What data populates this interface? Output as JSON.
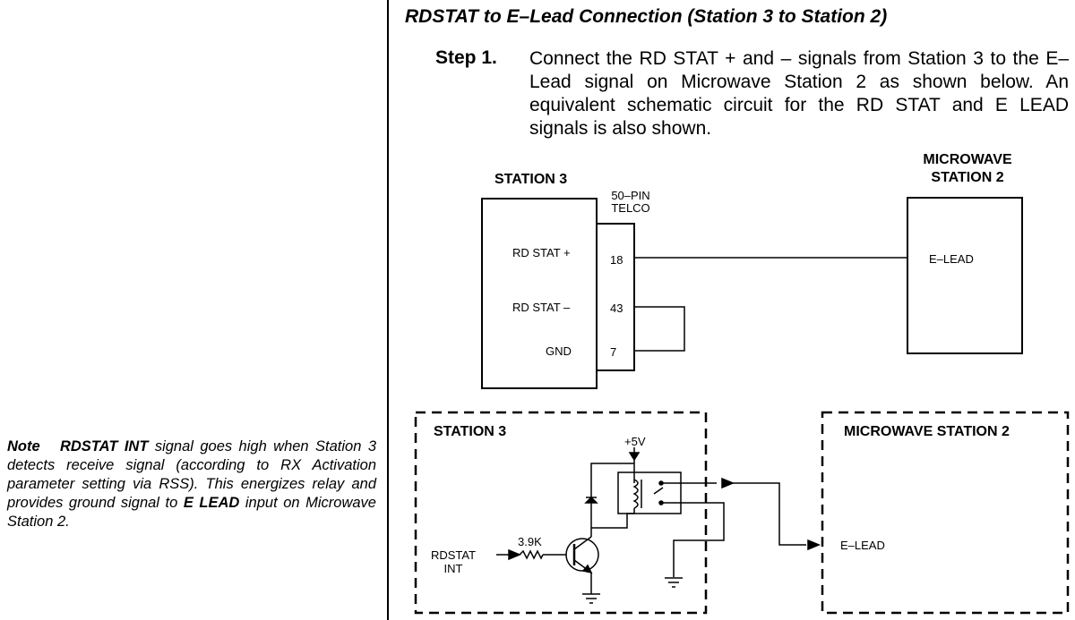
{
  "note": {
    "label": "Note",
    "signal": "RDSTAT INT",
    "text1": " signal goes high when Station 3 detects receive signal (according to RX Activation  parameter setting via RSS). This energizes relay and provides ground signal to ",
    "elead": "E LEAD",
    "text2": " input on Microwave Station 2."
  },
  "section": {
    "title": "RDSTAT to E–Lead Connection (Station 3 to Station 2)"
  },
  "step": {
    "label": "Step 1.",
    "text": "Connect the RD STAT + and – signals from Station 3 to the E–Lead signal on Microwave Station 2 as shown below. An equivalent schematic circuit for the RD STAT and E LEAD signals is also shown."
  },
  "diagram_top": {
    "station3": "STATION 3",
    "connector_line1": "50–PIN",
    "connector_line2": "TELCO",
    "mw_line1": "MICROWAVE",
    "mw_line2": "STATION 2",
    "rows": [
      {
        "signal": "RD STAT +",
        "pin": "18"
      },
      {
        "signal": "RD STAT –",
        "pin": "43"
      },
      {
        "signal": "GND",
        "pin": "7"
      }
    ],
    "elead": "E–LEAD"
  },
  "diagram_bottom": {
    "station3": "STATION 3",
    "mw": "MICROWAVE STATION 2",
    "supply": "+5V",
    "resistor": "3.9K",
    "rdstat_line1": "RDSTAT",
    "rdstat_line2": "INT",
    "elead": "E–LEAD"
  }
}
